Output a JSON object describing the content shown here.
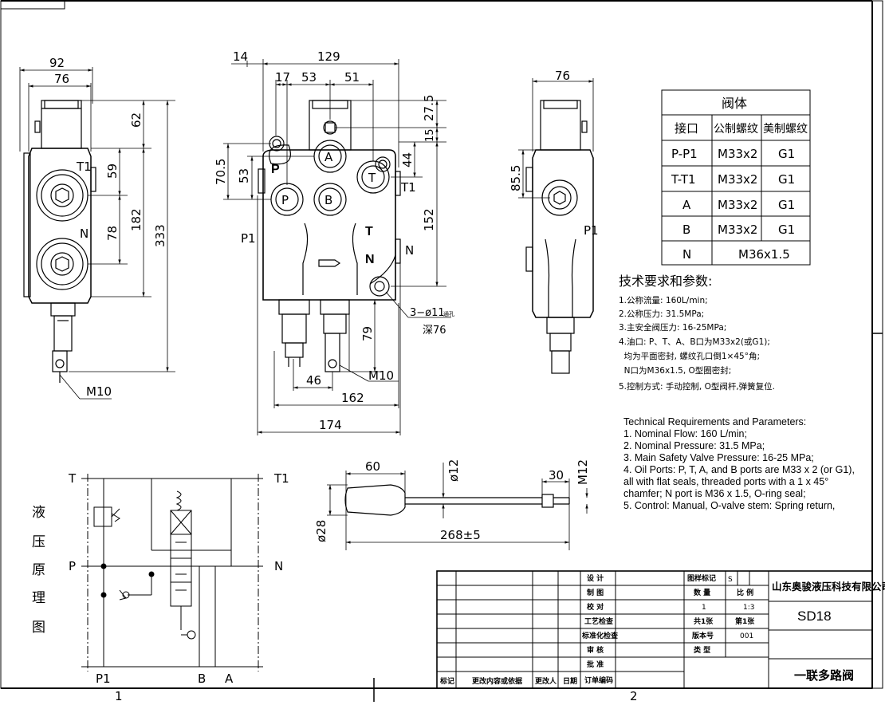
{
  "dimensions": {
    "side_left": {
      "w92": "92",
      "w76": "76",
      "h62": "62",
      "h59": "59",
      "h182": "182",
      "h78": "78",
      "h333": "333",
      "m10": "M10",
      "t1": "T1",
      "n": "N"
    },
    "front": {
      "w14": "14",
      "w129": "129",
      "w17": "17",
      "w53": "53",
      "w51": "51",
      "h27_5": "27.5",
      "h15": "15",
      "h44": "44",
      "h152": "152",
      "h70_5": "70.5",
      "h53": "53",
      "h79": "79",
      "w46": "46",
      "w162": "162",
      "w174": "174",
      "holes": "3−ø11",
      "holes_note": "通孔",
      "depth": "深76",
      "m10": "M10"
    },
    "side_right": {
      "w76": "76",
      "h85_5": "85.5",
      "p1": "P1"
    },
    "handle": {
      "w60": "60",
      "d12": "ø12",
      "w30": "30",
      "m12": "M12",
      "d28": "ø28",
      "len": "268±5"
    }
  },
  "port_labels": {
    "A": "A",
    "B": "B",
    "P": "P",
    "T": "T",
    "T1": "T1",
    "P1": "P1",
    "N": "N"
  },
  "ports_table": {
    "title": "阀体",
    "headers": [
      "接口",
      "公制螺纹",
      "美制螺纹"
    ],
    "rows": [
      [
        "P-P1",
        "M33x2",
        "G1"
      ],
      [
        "T-T1",
        "M33x2",
        "G1"
      ],
      [
        "A",
        "M33x2",
        "G1"
      ],
      [
        "B",
        "M33x2",
        "G1"
      ],
      [
        "N",
        "M36x1.5",
        ""
      ]
    ]
  },
  "tech_cn": {
    "title": "技术要求和参数:",
    "lines": [
      "1.公称流量: 160L/min;",
      "2.公称压力: 31.5MPa;",
      "3.主安全阀压力: 16-25MPa;",
      "4.油口: P、T、A、B口为M33x2(或G1);",
      "  均为平面密封, 螺纹孔口倒1×45°角;",
      "  N口为M36x1.5, O型圈密封;",
      "5.控制方式: 手动控制, O型阀杆,弹簧复位."
    ]
  },
  "tech_en": {
    "lines": [
      "Technical Requirements and Parameters:",
      "1. Nominal Flow: 160 L/min;",
      "2. Nominal Pressure: 31.5 MPa;",
      "3. Main Safety Valve Pressure: 16-25 MPa;",
      "4. Oil Ports: P, T, A, and B ports are M33 x 2 (or G1),",
      "all with flat seals, threaded ports with a 1 x 45°",
      "chamfer; N port is M36 x 1.5, O-ring seal;",
      "5. Control: Manual, O-valve stem: Spring return,"
    ]
  },
  "hydraulic": {
    "title_chars": [
      "液",
      "压",
      "原",
      "理",
      "图"
    ],
    "labels": {
      "T": "T",
      "T1": "T1",
      "P": "P",
      "N": "N",
      "P1": "P1",
      "B": "B",
      "A": "A"
    }
  },
  "title_block": {
    "company": "山东奥骏液压科技有限公司",
    "model": "SD18",
    "name": "一联多路阀",
    "roles": [
      "设 计",
      "制 图",
      "校 对",
      "工艺检查",
      "标准化检查",
      "审 核",
      "批 准",
      "订单编码"
    ],
    "mid": {
      "mark": "图样标记",
      "mark_val": "S",
      "qty_label": "数 量",
      "scale_label": "比 例",
      "qty": "1",
      "scale": "1:3",
      "sheets": "共1张",
      "sheet": "第1张",
      "version_label": "版本号",
      "version": "001",
      "type_label": "类 型"
    },
    "footer": [
      "标记",
      "更改内容或依据",
      "更改人",
      "日期"
    ]
  },
  "zones": {
    "z1": "1",
    "z2": "2"
  }
}
